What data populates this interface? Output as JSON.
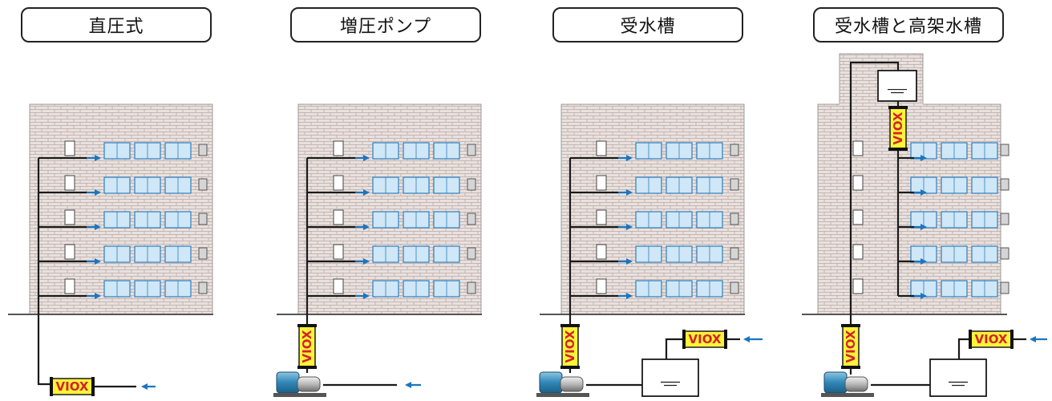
{
  "titles": [
    "直圧式",
    "増圧ポンプ",
    "受水槽",
    "受水槽と高架水槽"
  ],
  "device_label": "VIOX",
  "colors": {
    "brick": "#e9e1de",
    "brick_line": "#b9aaa6",
    "window_fill": "#cfe7f6",
    "window_border": "#2e7fc1",
    "arrow": "#1b75c0",
    "device_fill": "#fff33a",
    "device_text": "#d2232a",
    "pipe": "#1a1a1a",
    "pump": "#2f86b7"
  }
}
